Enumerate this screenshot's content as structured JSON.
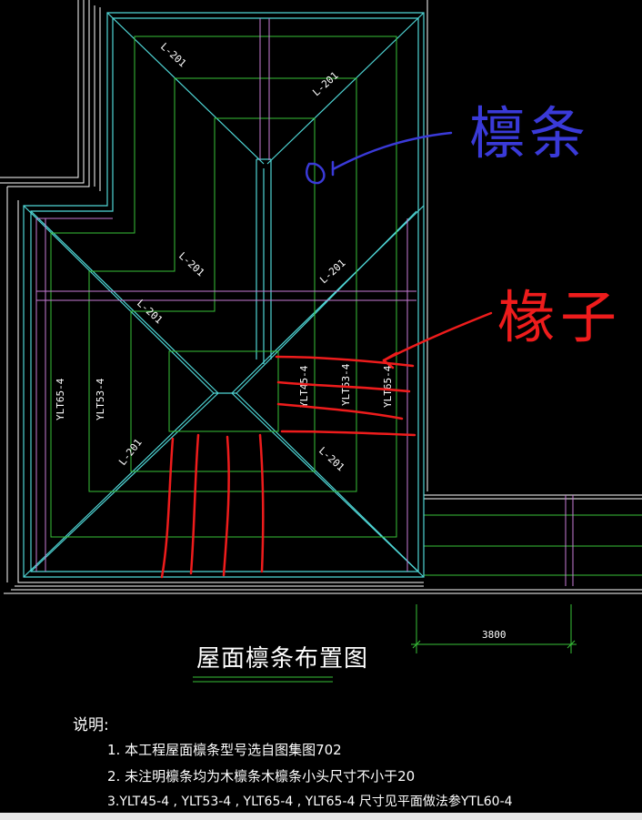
{
  "drawing": {
    "title": "屋面檩条布置图",
    "dimension": "3800",
    "labels": {
      "l201": "L-201",
      "ylt65": "YLT65-4",
      "ylt53": "YLT53-4",
      "ylt45": "YLT45-4"
    }
  },
  "notes": {
    "heading": "说明:",
    "line1": "1. 本工程屋面檩条型号选自图集图702",
    "line2": "2. 未注明檩条均为木檩条木檩条小头尺寸不小于20",
    "line3": "3.YLT45-4     , YLT53-4     , YLT65-4     , YLT65-4     尺寸见平面做法参YTL60-4"
  },
  "annotations": {
    "purlin": "檩条",
    "rafter": "椽子"
  },
  "colors": {
    "background": "#000000",
    "outline": "#ffffff",
    "cyan": "#4fd6d6",
    "green": "#38c238",
    "violet": "#c77bd6",
    "blue_ink": "#3a3ad8",
    "red_ink": "#ee1c1c"
  }
}
